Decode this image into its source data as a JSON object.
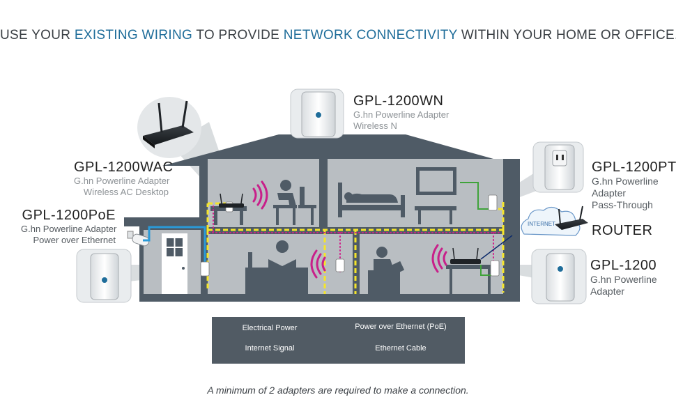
{
  "headline": {
    "part1": "USE YOUR ",
    "highlight1": "EXISTING WIRING",
    "part2": " TO PROVIDE ",
    "highlight2": "NETWORK CONNECTIVITY",
    "part3": " WITHIN YOUR HOME OR OFFICE."
  },
  "products": {
    "wn": {
      "name": "GPL-1200WN",
      "desc1": "G.hn Powerline Adapter",
      "desc2": "Wireless N"
    },
    "wac": {
      "name": "GPL-1200WAC",
      "desc1": "G.hn Powerline Adapter",
      "desc2": "Wireless AC Desktop"
    },
    "poe": {
      "name": "GPL-1200PoE",
      "desc1": "G.hn Powerline Adapter",
      "desc2": "Power over Ethernet"
    },
    "pt": {
      "name": "GPL-1200PT",
      "desc1": "G.hn Powerline",
      "desc2": "Adapter",
      "desc3": "Pass-Through"
    },
    "router": {
      "name": "ROUTER"
    },
    "base": {
      "name": "GPL-1200",
      "desc1": "G.hn Powerline",
      "desc2": "Adapter"
    }
  },
  "internet_cloud_label": "INTERNET",
  "legend": {
    "electrical": "Electrical Power",
    "poe": "Power over Ethernet (PoE)",
    "internet": "Internet Signal",
    "ethernet": "Ethernet Cable"
  },
  "colors": {
    "electrical": "#f5e52a",
    "poe": "#2a9ad8",
    "internet": "#d0208a",
    "ethernet": "#3fa33a",
    "house_dark": "#4f5b66",
    "house_light": "#b9bec2",
    "accent_text": "#1f6d9a"
  },
  "footer": "A minimum of 2 adapters are required to make a connection."
}
